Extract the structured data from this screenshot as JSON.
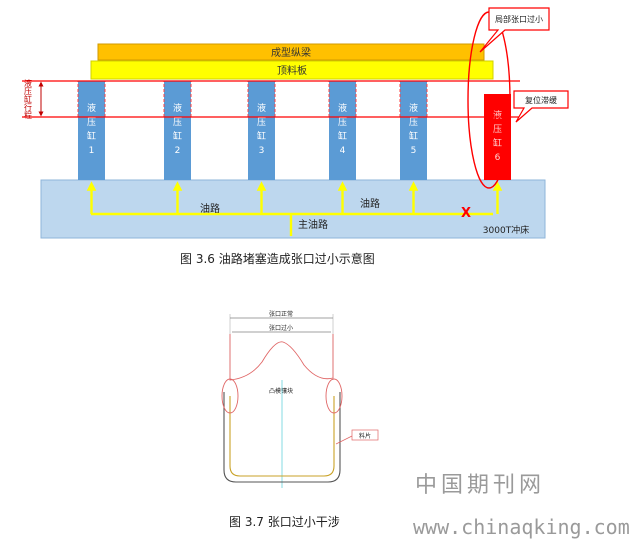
{
  "figure_3_6": {
    "caption": "图 3.6 油路堵塞造成张口过小示意图",
    "beam_label": "成型纵梁",
    "plate_label": "顶料板",
    "stroke_label": "液压缸行程",
    "cylinders": [
      {
        "label_lines": [
          "液",
          "压",
          "缸",
          "1"
        ],
        "state": "normal"
      },
      {
        "label_lines": [
          "液",
          "压",
          "缸",
          "2"
        ],
        "state": "normal"
      },
      {
        "label_lines": [
          "液",
          "压",
          "缸",
          "3"
        ],
        "state": "normal"
      },
      {
        "label_lines": [
          "液",
          "压",
          "缸",
          "4"
        ],
        "state": "normal"
      },
      {
        "label_lines": [
          "液",
          "压",
          "缸",
          "5"
        ],
        "state": "normal"
      },
      {
        "label_lines": [
          "液",
          "压",
          "缸",
          "6"
        ],
        "state": "fault"
      }
    ],
    "oil_path_label": "油路",
    "main_oil_path_label": "主油路",
    "press_label": "3000T冲床",
    "callout_local": "局部张口过小",
    "callout_reset": "复位滞缓",
    "blocked_mark": "X",
    "colors": {
      "cylinder": "#5b9bd5",
      "fault": "#ff0000",
      "beam": "#ffc000",
      "plate": "#ffff00",
      "press_bed": "#bdd7ee",
      "oil_line": "#ffff00"
    }
  },
  "figure_3_7": {
    "caption": "图 3.7 张口过小干涉",
    "normal_opening_label": "张口正常",
    "small_opening_label": "张口过小",
    "punch_label": "凸模镶块",
    "sheet_label": "料片"
  },
  "watermark": {
    "site_cn": "中国期刊网",
    "site_url": "www.chinaqking.com"
  }
}
